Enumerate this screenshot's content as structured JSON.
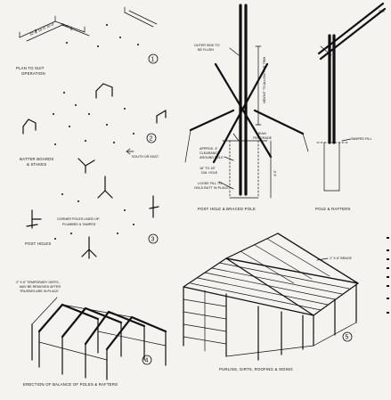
{
  "labels": {
    "plan": "PLAN TO SUIT OPERATION",
    "plan_line1": "PLAN TO SUIT",
    "plan_line2": "OPERATION",
    "step1": "1",
    "batter_line1": "BATTER BOARDS",
    "batter_line2": "& STAKES",
    "step2": "2",
    "south_east": "SOUTH OR EAST",
    "corner_line1": "CORNER POLES LINED UP,",
    "corner_line2": "PLUMBED & TAMPED",
    "post_holes": "POST HOLES",
    "step3": "3",
    "temp_line1": "2\" X 6\" TEMPORARY GIRTS -",
    "temp_line2": "MAY BE REMOVED AFTER",
    "temp_line3": "TRUSSES ARE IN PLACE",
    "step4": "4",
    "erection": "ERECTION OF BALANCE OF POLES & RAFTERS",
    "outer_side_line1": "OUTER SIDE TO",
    "outer_side_line2": "BE FLUSH",
    "height_note": "HEIGHT TO ALLOW FOR TRIM",
    "mean_grade_line1": "MEAN",
    "mean_grade_line2": "FIN. GRADE",
    "clearance_line1": "APPROX. 4\"",
    "clearance_line2": "CLEARANCE",
    "clearance_line3": "AROUND POLE",
    "dia_line1": "16\" TO 18\"",
    "dia_line2": "DIA. HOLE",
    "loose_line1": "LOOSE FILL TO",
    "loose_line2": "HOLD BUTT IN PLACE",
    "depth_note": "4'-5'",
    "post_hole_braced": "POST HOLE & BRACED POLE",
    "tamped_fill": "TAMPED FILL",
    "pole_rafters": "POLE & RAFTERS",
    "brace_note": "1\" X 6\" BRACE",
    "step5": "5",
    "purlins": "PURLINS, GIRTS, ROOFING & SIDING",
    "corner_tag": "2\" X"
  }
}
